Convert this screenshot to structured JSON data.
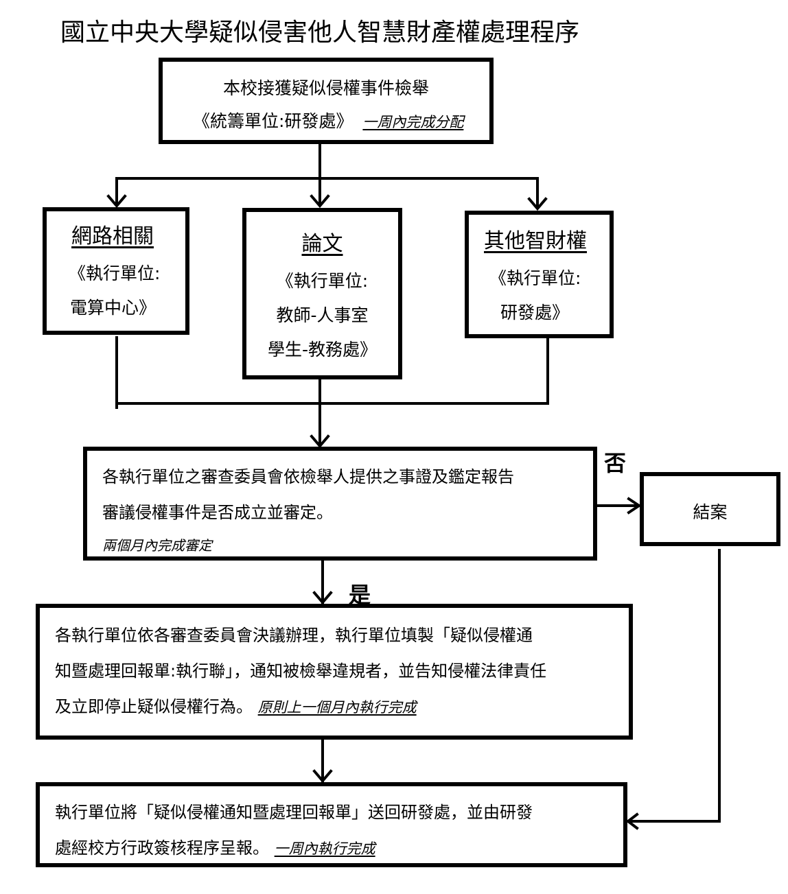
{
  "title": "國立中央大學疑似侵害他人智慧財產權處理程序",
  "nodes": {
    "report": {
      "line1": "本校接獲疑似侵權事件檢舉",
      "line2": "《統籌單位:研發處》",
      "deadline": "一周內完成分配"
    },
    "network": {
      "heading": "網路相關",
      "line1": "《執行單位:",
      "line2": "電算中心》"
    },
    "thesis": {
      "heading": "論文",
      "line1": "《執行單位:",
      "line2": "教師-人事室",
      "line3": "學生-教務處》"
    },
    "other_ip": {
      "heading": "其他智財權",
      "line1": "《執行單位:",
      "line2": "研發處》"
    },
    "review": {
      "line1": "各執行單位之審查委員會依檢舉人提供之事證及鑑定報告",
      "line2": "審議侵權事件是否成立並審定。",
      "deadline": "兩個月內完成審定"
    },
    "close_case": {
      "label": "結案"
    },
    "handle": {
      "line1": "各執行單位依各審查委員會決議辦理，執行單位填製「疑似侵權通",
      "line2": "知暨處理回報單:執行聯」，通知被檢舉違規者，並告知侵權法律責任",
      "line3": "及立即停止疑似侵權行為。",
      "deadline": "原則上一個月內執行完成"
    },
    "return_report": {
      "line1": "執行單位將「疑似侵權通知暨處理回報單」送回研發處，並由研發",
      "line2": "處經校方行政簽核程序呈報。",
      "deadline": "一周內執行完成"
    }
  },
  "edge_labels": {
    "no": "否",
    "yes": "是"
  }
}
